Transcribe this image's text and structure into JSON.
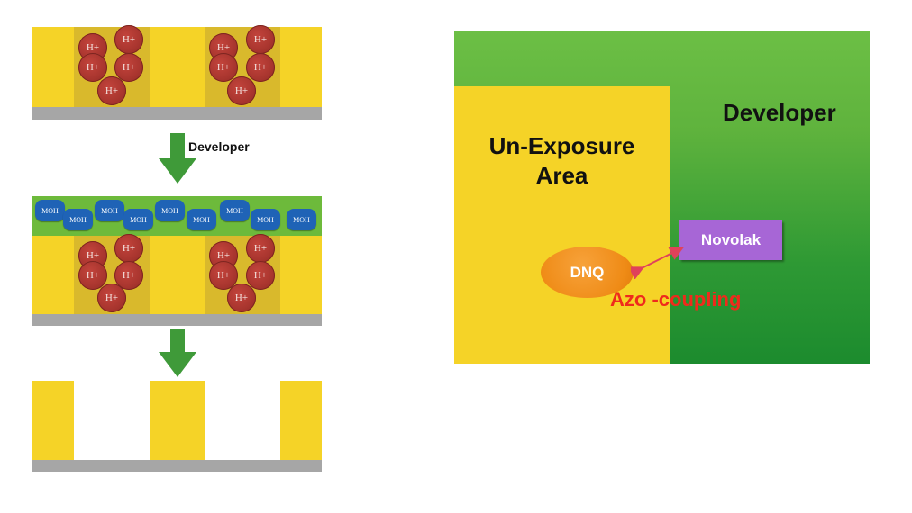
{
  "colors": {
    "photoresist": "#f5d327",
    "exposed_resist": "#d9b92c",
    "substrate": "#a6a6a6",
    "developer_layer": "#6dba3b",
    "acid_ion": "#a8352e",
    "moh": "#1f63b6",
    "arrow": "#3f9a39",
    "novolak": "#a766d6",
    "dnq": "#ef8b16",
    "azo_text": "#ef2a1c"
  },
  "left": {
    "ion_label": "H+",
    "moh_label": "MOH",
    "arrow1_label": "Developer"
  },
  "right": {
    "unexposure_line1": "Un-Exposure",
    "unexposure_line2": "Area",
    "developer": "Developer",
    "novolak": "Novolak",
    "dnq": "DNQ",
    "azo": "Azo -coupling"
  }
}
